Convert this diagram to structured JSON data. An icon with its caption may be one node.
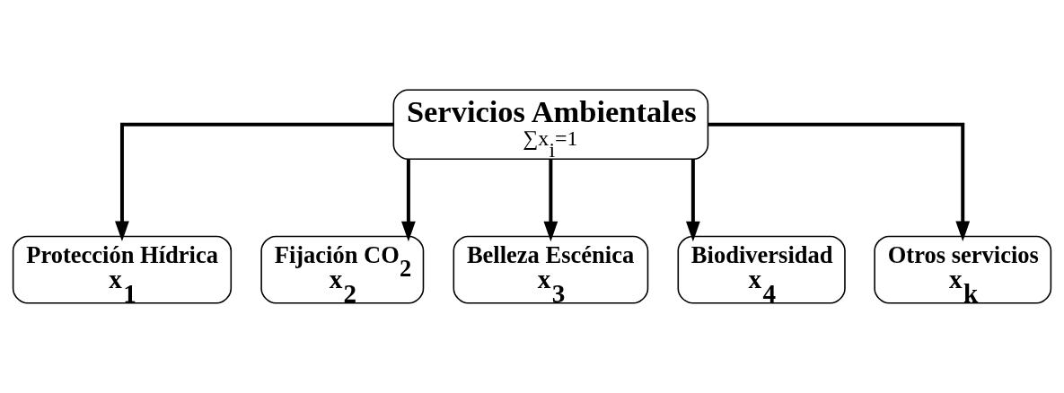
{
  "diagram": {
    "nodes": [
      {
        "text": [
          "Servicios Ambientales",
          "∑x$_{i}$=1"
        ]
      },
      {
        "text": [
          "Protección Hídrica",
          "x$_{1}$"
        ]
      },
      {
        "text": [
          "Fijación CO$_{2}$",
          "x$_{2}$"
        ]
      },
      {
        "text": [
          "Belleza Escénica",
          "x$_{3}$"
        ]
      },
      {
        "text": [
          "Biodiversidad",
          "x$_{4}$"
        ]
      },
      {
        "text": [
          "Otros servicios",
          "x$_{k}$"
        ]
      }
    ],
    "edges": [
      {
        "from": 0,
        "to": 1,
        "arrow": "to"
      },
      {
        "from": 0,
        "to": 2,
        "arrow": "to"
      },
      {
        "from": 0,
        "to": 3,
        "arrow": "to"
      },
      {
        "from": 0,
        "to": 4,
        "arrow": "to"
      },
      {
        "from": 0,
        "to": 5,
        "arrow": "to"
      }
    ]
  }
}
